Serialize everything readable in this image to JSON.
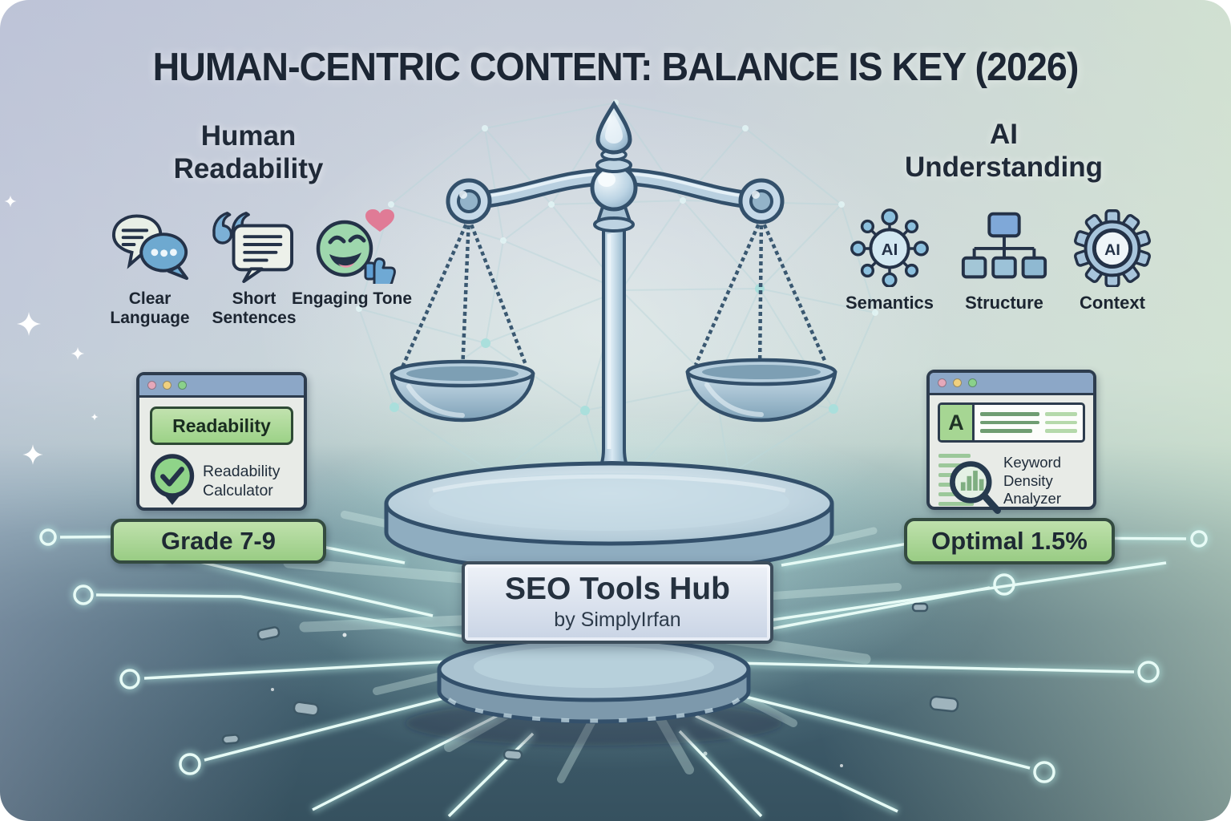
{
  "title": "HUMAN-CENTRIC CONTENT: BALANCE IS KEY (2026)",
  "left_panel": {
    "heading": {
      "line1": "Human",
      "line2": "Readability"
    },
    "features": [
      {
        "icon": "chat-bubbles-icon",
        "label": "Clear Language"
      },
      {
        "icon": "quote-bubble-icon",
        "label": "Short Sentences"
      },
      {
        "icon": "smiley-thumbs-up-icon",
        "label": "Engaging Tone"
      }
    ],
    "window": {
      "traffic_lights": [
        "pink-dot-icon",
        "yellow-dot-icon",
        "green-dot-icon"
      ],
      "button_label": "Readability",
      "check_icon": "check-badge-icon",
      "tool_label": "Readability Calculator"
    },
    "badge_label": "Grade 7-9"
  },
  "center": {
    "illustration": "balance-scale-on-pedestal",
    "plaque": {
      "title": "SEO Tools Hub",
      "subtitle": "by SimplyIrfan"
    }
  },
  "right_panel": {
    "heading": {
      "line1": "AI",
      "line2": "Understanding"
    },
    "ai_label": "AI",
    "features": [
      {
        "icon": "ai-network-icon",
        "label": "Semantics"
      },
      {
        "icon": "hierarchy-icon",
        "label": "Structure"
      },
      {
        "icon": "ai-gear-icon",
        "label": "Context"
      }
    ],
    "window": {
      "traffic_lights": [
        "pink-dot-icon",
        "yellow-dot-icon",
        "green-dot-icon"
      ],
      "header_letter": "A",
      "magnifier_icon": "keyword-magnifier-icon",
      "tool_label": "Keyword Density Analyzer"
    },
    "badge_label": "Optimal 1.5%"
  },
  "colors": {
    "title_text": "#1c2634",
    "badge_green": "#a9d795",
    "badge_border": "#344b40",
    "window_titlebar_blue": "#8ca7c7",
    "window_border_navy": "#2d3c4e",
    "metal_blue": "#b9d0e0",
    "metal_outline": "#33506b",
    "circuit_cyan": "#cdeeea",
    "floor_teal": "#3d5a69",
    "mint_background": "#d5e8ce",
    "lavender_background": "#b7bdd6"
  }
}
